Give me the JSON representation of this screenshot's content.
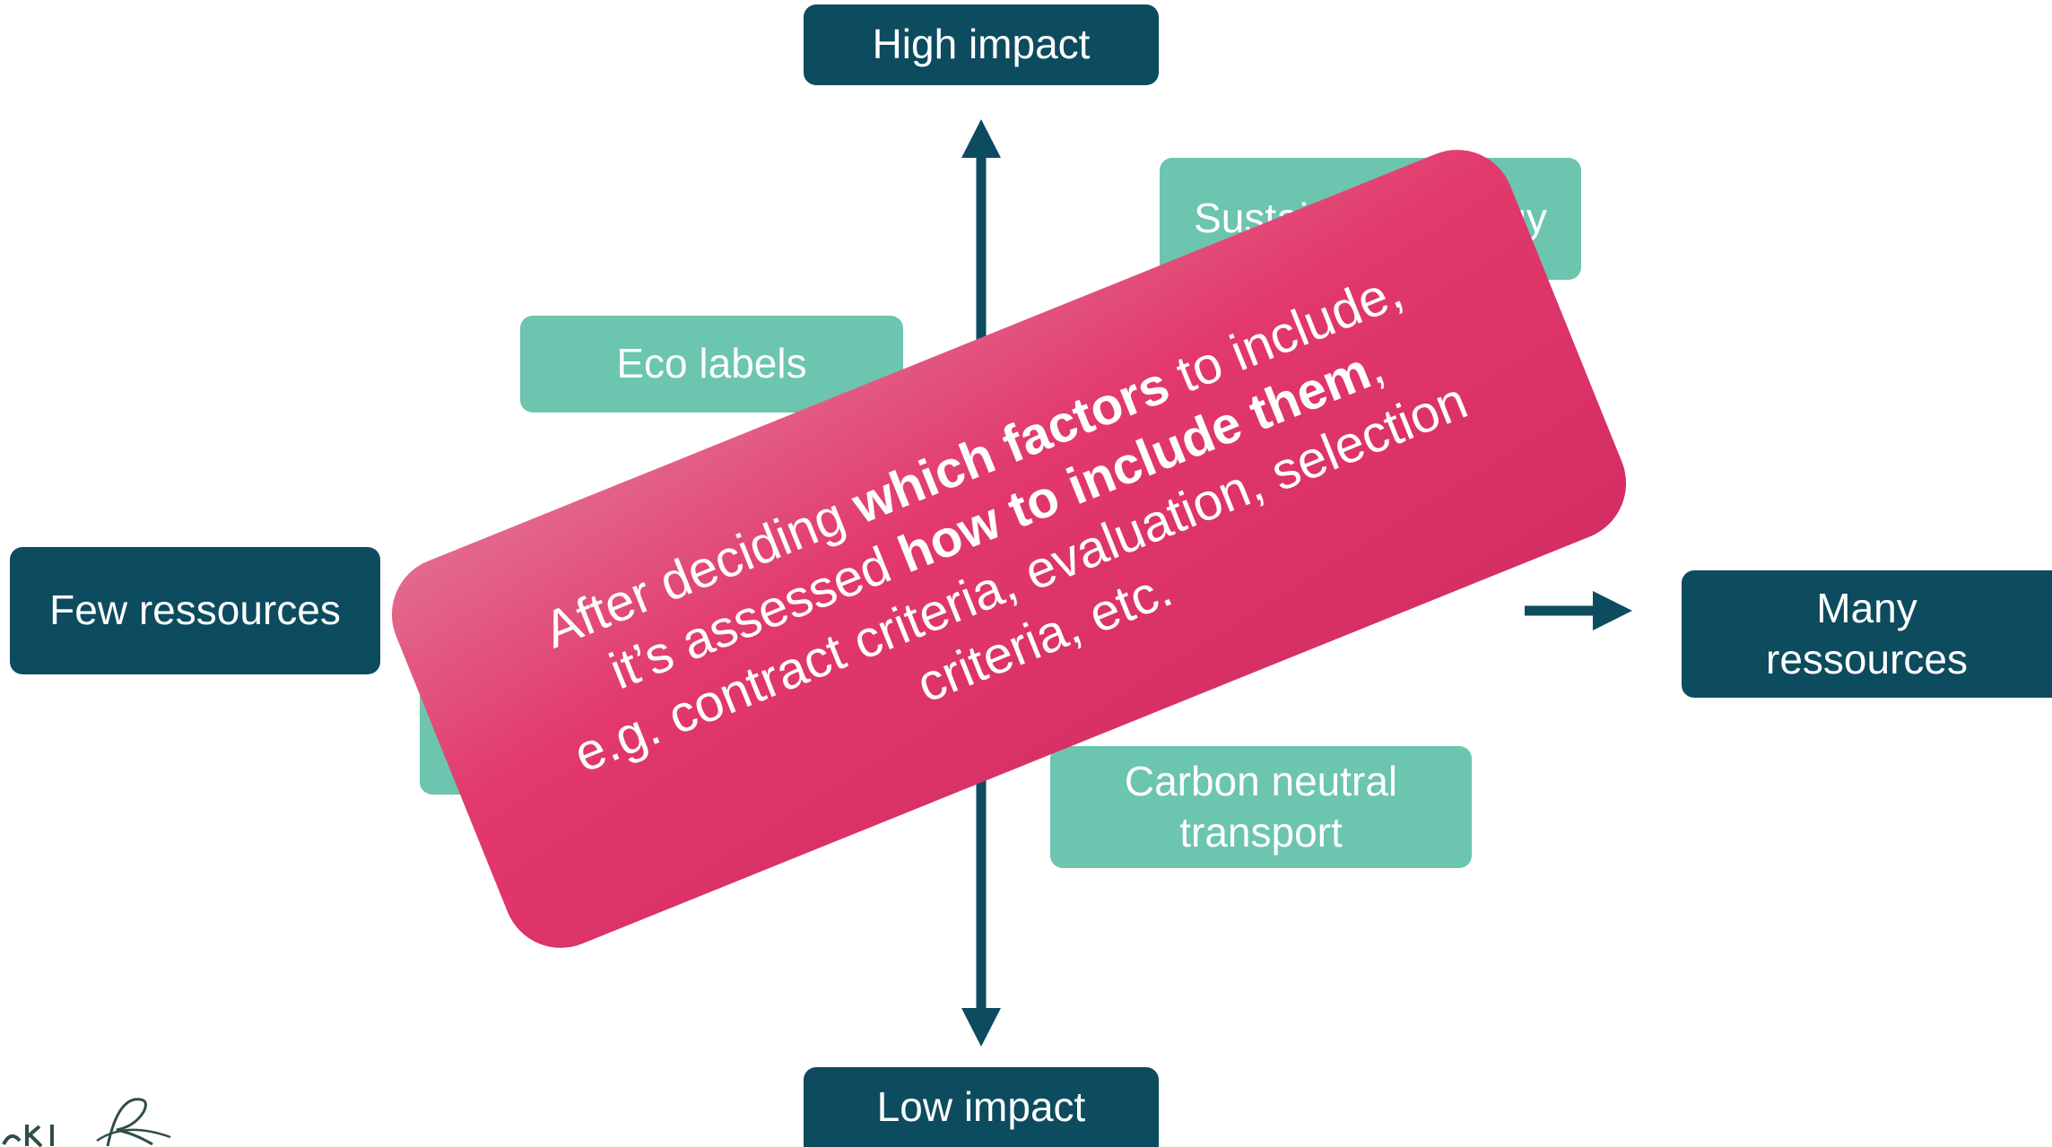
{
  "axes": {
    "top": "High impact",
    "bottom": "Low impact",
    "left": "Few ressources",
    "right_line1": "Many",
    "right_line2": "ressources"
  },
  "factors": {
    "sustainable_energy": "Sustainable energy",
    "eco_labels": "Eco labels",
    "carbon_line1": "Carbon neutral",
    "carbon_line2": "transport"
  },
  "overlay": {
    "line1_a": "After deciding ",
    "line1_b": "which factors",
    "line1_c": " to include,",
    "line2_a": "it’s assessed ",
    "line2_b": "how to include them",
    "line2_c": ",",
    "line3": "e.g. contract criteria, evaluation, selection",
    "line4": "criteria, etc."
  },
  "colors": {
    "axis_box": "#0d4b5f",
    "factor_box": "#6cc5ae",
    "overlay": "#e2386c"
  }
}
